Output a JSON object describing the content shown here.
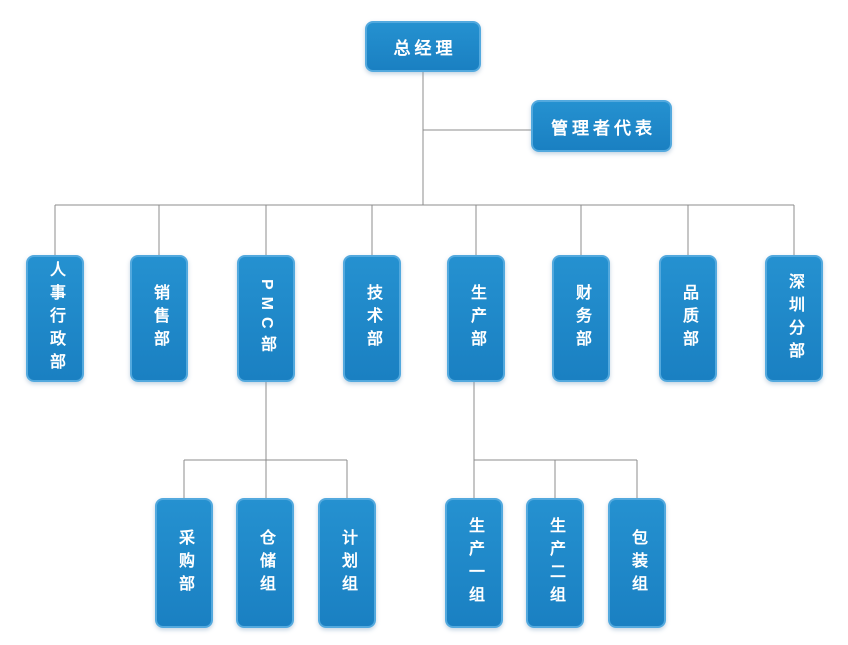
{
  "org_chart": {
    "title": "organization-chart",
    "root": {
      "label": "总经理"
    },
    "assistant": {
      "label": "管理者代表"
    },
    "departments": [
      {
        "label": "人事行政部"
      },
      {
        "label": "销售部"
      },
      {
        "label": "PMC部",
        "children": [
          {
            "label": "采购部"
          },
          {
            "label": "仓储组"
          },
          {
            "label": "计划组"
          }
        ]
      },
      {
        "label": "技术部"
      },
      {
        "label": "生产部",
        "children": [
          {
            "label": "生产一组"
          },
          {
            "label": "生产二组"
          },
          {
            "label": "包装组"
          }
        ]
      },
      {
        "label": "财务部"
      },
      {
        "label": "品质部"
      },
      {
        "label": "深圳分部"
      }
    ],
    "colors": {
      "node_fill": "#1e87c8",
      "node_border": "#53a9de",
      "node_text": "#ffffff",
      "connector": "#8c8c8c",
      "background": "#ffffff"
    }
  }
}
